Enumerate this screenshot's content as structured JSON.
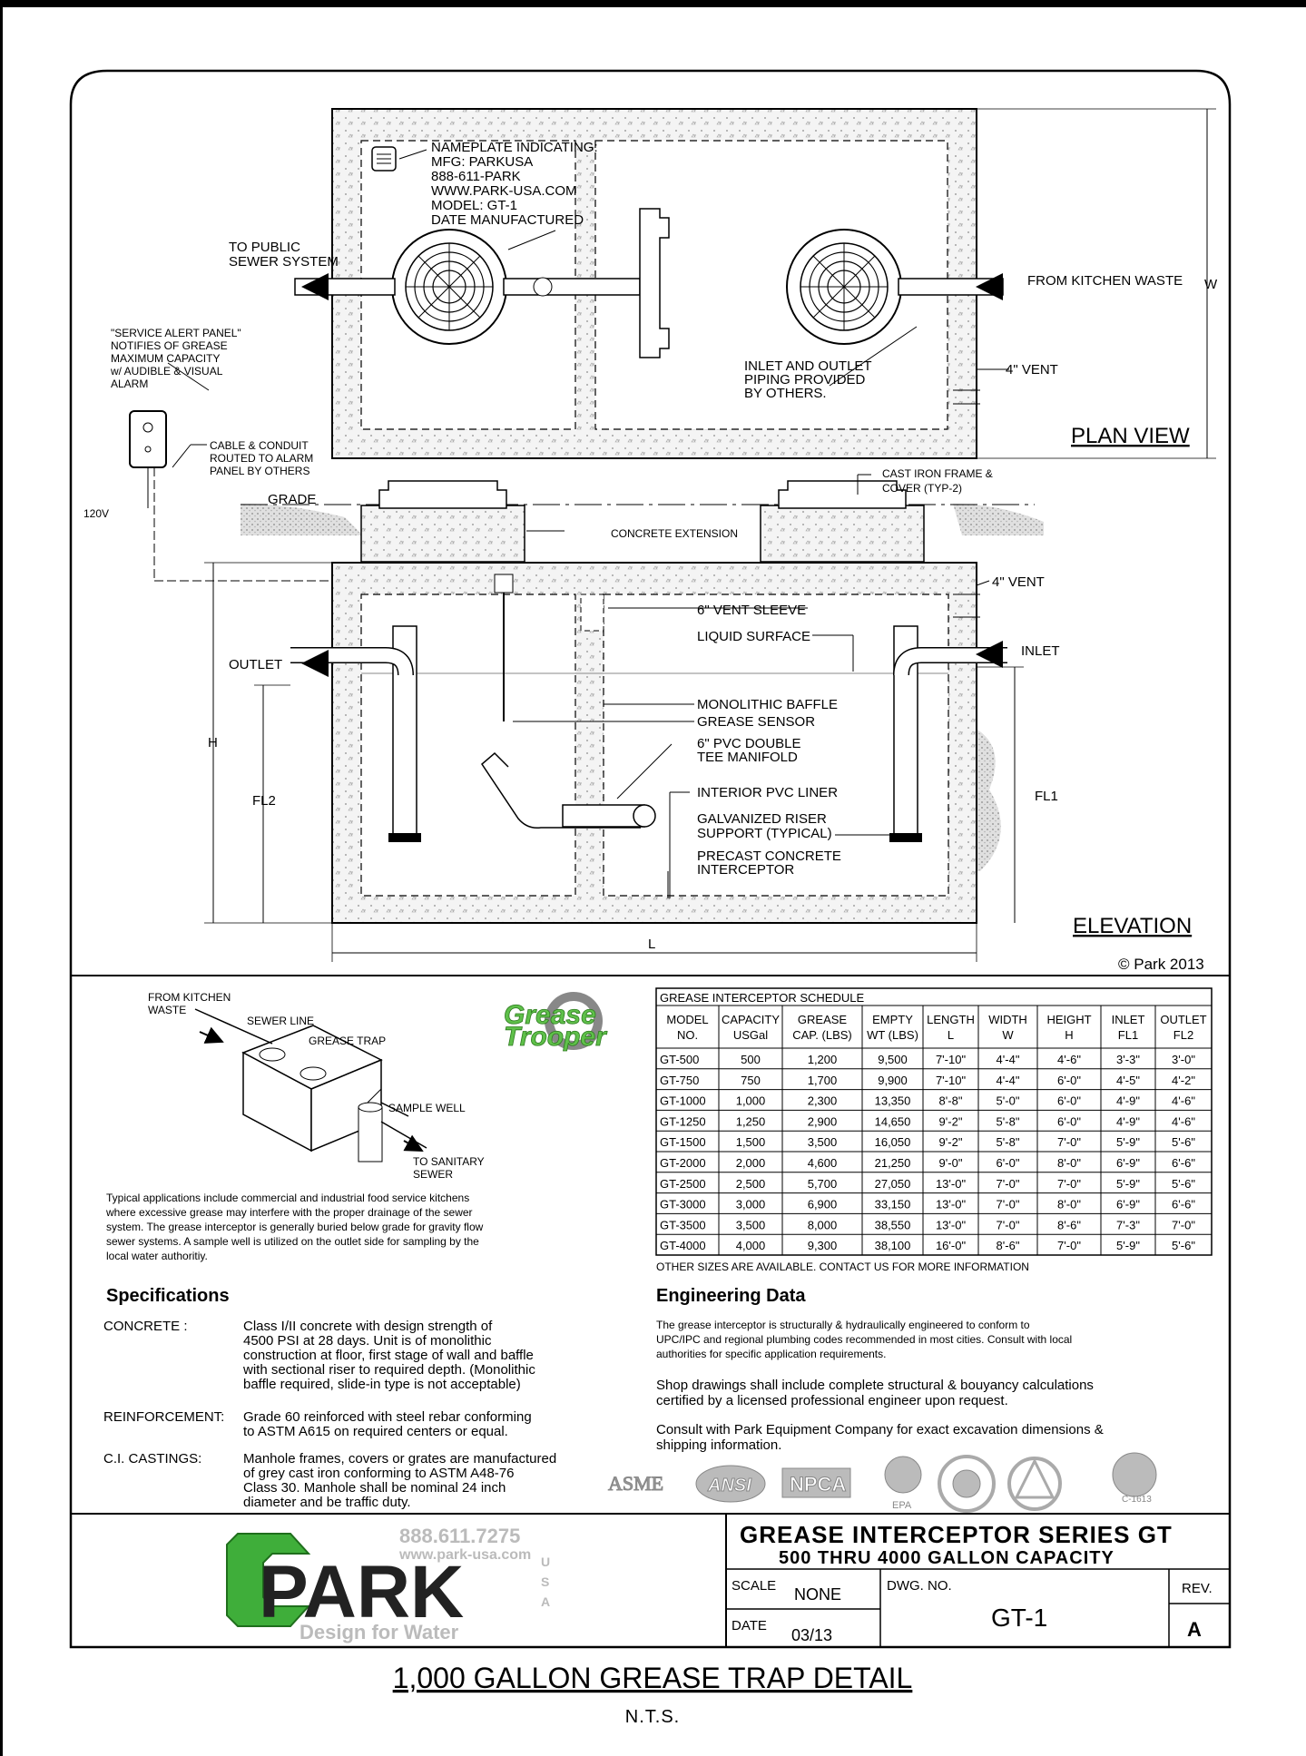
{
  "plan": {
    "nameplate": [
      "NAMEPLATE INDICATING:",
      "MFG: PARKUSA",
      "888-611-PARK",
      "WWW.PARK-USA.COM",
      "MODEL:  GT-1",
      "DATE MANUFACTURED"
    ],
    "to_public_sewer": [
      "TO PUBLIC",
      "SEWER SYSTEM"
    ],
    "from_kitchen_waste": "FROM KITCHEN WASTE",
    "dim_w": "W",
    "inlet_outlet_piping": [
      "INLET AND OUTLET",
      "PIPING PROVIDED",
      "BY OTHERS."
    ],
    "vent": "4\" VENT",
    "title": "PLAN VIEW",
    "service_alert": [
      "\"SERVICE ALERT PANEL\"",
      "NOTIFIES OF GREASE",
      "MAXIMUM CAPACITY",
      "w/ AUDIBLE & VISUAL",
      "ALARM"
    ],
    "cable_conduit": [
      "CABLE & CONDUIT",
      "ROUTED TO ALARM",
      "PANEL BY OTHERS"
    ],
    "volts": "120V"
  },
  "elevation": {
    "grade": "GRADE",
    "cast_iron": [
      "CAST IRON FRAME &",
      "COVER (TYP-2)"
    ],
    "concrete_extension": "CONCRETE EXTENSION",
    "vent": "4\" VENT",
    "vent_sleeve": "6\" VENT SLEEVE",
    "liquid_surface": "LIQUID SURFACE",
    "outlet": "OUTLET",
    "inlet": "INLET",
    "monolithic_baffle": "MONOLITHIC BAFFLE",
    "grease_sensor": "GREASE SENSOR",
    "pvc_double_tee": [
      "6\" PVC DOUBLE",
      "TEE MANIFOLD"
    ],
    "interior_pvc_liner": "INTERIOR PVC LINER",
    "galvanized_riser": [
      "GALVANIZED RISER",
      "SUPPORT (TYPICAL)"
    ],
    "precast_interceptor": [
      "PRECAST CONCRETE",
      "INTERCEPTOR"
    ],
    "dim_h": "H",
    "dim_fl2": "FL2",
    "dim_fl1": "FL1",
    "dim_l": "L",
    "title": "ELEVATION",
    "copyright": "© Park 2013"
  },
  "iso": {
    "from_kitchen": [
      "FROM KITCHEN",
      "WASTE"
    ],
    "sewer_line": "SEWER LINE",
    "grease_trap": "GREASE TRAP",
    "sample_well": "SAMPLE WELL",
    "to_sanitary": [
      "TO SANITARY",
      "SEWER"
    ]
  },
  "logo_trooper": [
    "Grease",
    "Trooper"
  ],
  "description": [
    "Typical applications include commercial and industrial food service kitchens",
    "where excessive grease may interfere with the proper drainage of the sewer",
    "system.  The grease interceptor is generally buried below grade for gravity flow",
    "sewer systems. A sample well is utilized on the outlet side for sampling by the",
    "local water authoritiy."
  ],
  "specifications": {
    "heading": "Specifications",
    "items": [
      {
        "label": "CONCRETE :",
        "lines": [
          "Class I/II concrete with design strength of",
          "4500 PSI at 28 days.  Unit is of monolithic",
          "construction at floor, first stage of wall and baffle",
          "with sectional riser to required depth. (Monolithic",
          "baffle required, slide-in type is not acceptable)"
        ]
      },
      {
        "label": "REINFORCEMENT:",
        "lines": [
          "Grade 60 reinforced with steel rebar conforming",
          "to ASTM A615 on required centers or equal."
        ]
      },
      {
        "label": "C.I. CASTINGS:",
        "lines": [
          "Manhole frames, covers or grates are manufactured",
          "of grey cast iron conforming to ASTM A48-76",
          "Class 30.  Manhole shall be nominal 24 inch",
          "diameter and be traffic duty."
        ]
      }
    ]
  },
  "schedule": {
    "title": "GREASE INTERCEPTOR SCHEDULE",
    "headers": [
      [
        "MODEL",
        "NO."
      ],
      [
        "CAPACITY",
        "USGal"
      ],
      [
        "GREASE",
        "CAP. (LBS)"
      ],
      [
        "EMPTY",
        "WT (LBS)"
      ],
      [
        "LENGTH",
        "L"
      ],
      [
        "WIDTH",
        "W"
      ],
      [
        "HEIGHT",
        "H"
      ],
      [
        "INLET",
        "FL1"
      ],
      [
        "OUTLET",
        "FL2"
      ]
    ],
    "rows": [
      [
        "GT-500",
        "500",
        "1,200",
        "9,500",
        "7'-10\"",
        "4'-4\"",
        "4'-6\"",
        "3'-3\"",
        "3'-0\""
      ],
      [
        "GT-750",
        "750",
        "1,700",
        "9,900",
        "7'-10\"",
        "4'-4\"",
        "6'-0\"",
        "4'-5\"",
        "4'-2\""
      ],
      [
        "GT-1000",
        "1,000",
        "2,300",
        "13,350",
        "8'-8\"",
        "5'-0\"",
        "6'-0\"",
        "4'-9\"",
        "4'-6\""
      ],
      [
        "GT-1250",
        "1,250",
        "2,900",
        "14,650",
        "9'-2\"",
        "5'-8\"",
        "6'-0\"",
        "4'-9\"",
        "4'-6\""
      ],
      [
        "GT-1500",
        "1,500",
        "3,500",
        "16,050",
        "9'-2\"",
        "5'-8\"",
        "7'-0\"",
        "5'-9\"",
        "5'-6\""
      ],
      [
        "GT-2000",
        "2,000",
        "4,600",
        "21,250",
        "9'-0\"",
        "6'-0\"",
        "8'-0\"",
        "6'-9\"",
        "6'-6\""
      ],
      [
        "GT-2500",
        "2,500",
        "5,700",
        "27,050",
        "13'-0\"",
        "7'-0\"",
        "7'-0\"",
        "5'-9\"",
        "5'-6\""
      ],
      [
        "GT-3000",
        "3,000",
        "6,900",
        "33,150",
        "13'-0\"",
        "7'-0\"",
        "8'-0\"",
        "6'-9\"",
        "6'-6\""
      ],
      [
        "GT-3500",
        "3,500",
        "8,000",
        "38,550",
        "13'-0\"",
        "7'-0\"",
        "8'-6\"",
        "7'-3\"",
        "7'-0\""
      ],
      [
        "GT-4000",
        "4,000",
        "9,300",
        "38,100",
        "16'-0\"",
        "8'-6\"",
        "7'-0\"",
        "5'-9\"",
        "5'-6\""
      ]
    ],
    "note": "OTHER SIZES ARE AVAILABLE. CONTACT US FOR MORE INFORMATION"
  },
  "engineering": {
    "heading": "Engineering Data",
    "p1": [
      "The grease interceptor is structurally & hydraulically engineered to conform to",
      "UPC/IPC and regional plumbing codes recommended in most cities. Consult with local",
      "authorities for specific application requirements."
    ],
    "p2": [
      "Shop drawings shall include complete structural & bouyancy calculations",
      "certified by a licensed professional engineer upon request."
    ],
    "p3": [
      "Consult with Park Equipment Company for exact excavation dimensions &",
      "shipping information."
    ]
  },
  "cert_logos": [
    "ASME",
    "ANSI",
    "NPCA",
    "EPA",
    "C-1613"
  ],
  "company": {
    "phone": "888.611.7275",
    "web": "www.park-usa.com",
    "name": "PARK",
    "usa": [
      "U",
      "S",
      "A"
    ],
    "tagline": "Design for Water"
  },
  "titleblock": {
    "title": "GREASE INTERCEPTOR SERIES GT",
    "subtitle": "500 THRU 4000 GALLON CAPACITY",
    "scale_label": "SCALE",
    "scale_value": "NONE",
    "dwg_label": "DWG. NO.",
    "dwg_value": "GT-1",
    "rev_label": "REV.",
    "rev_value": "A",
    "date_label": "DATE",
    "date_value": "03/13"
  },
  "caption": "1,000 GALLON GREASE TRAP DETAIL",
  "caption_sub": "N.T.S.",
  "colors": {
    "ink": "#000000",
    "concrete": "#f3f3f3",
    "soil": "#c9c9c9",
    "trooper_green": "#5fc04a",
    "park_green": "#3fae3a"
  }
}
